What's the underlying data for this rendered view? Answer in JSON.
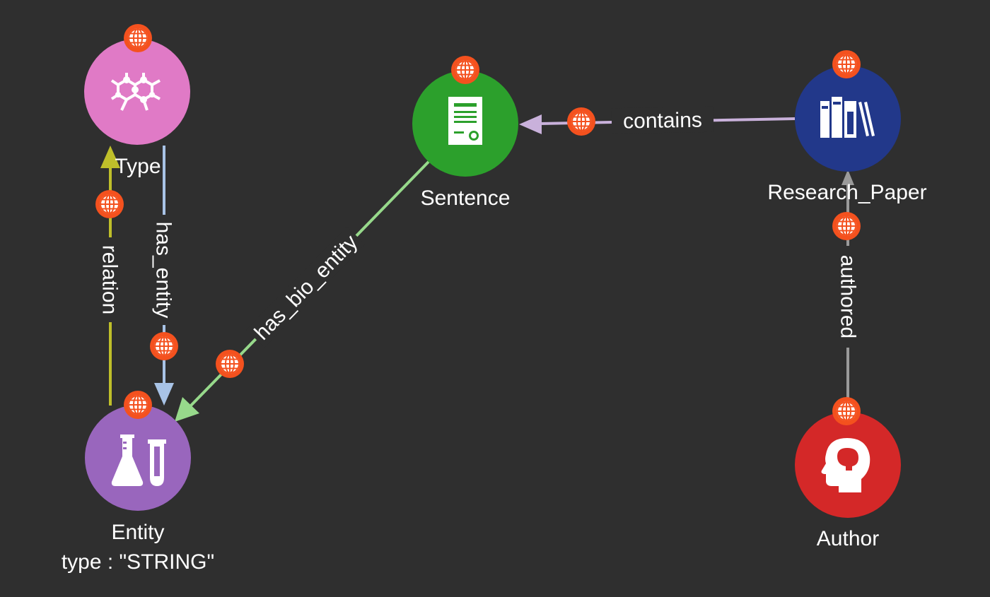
{
  "graph": {
    "background": "#2f2f2f",
    "nodes": [
      {
        "id": "type",
        "label": "Type",
        "color": "#e07ac6",
        "icon": "molecule-icon"
      },
      {
        "id": "entity",
        "label": "Entity",
        "property": "type : \"STRING\"",
        "color": "#9966bd",
        "icon": "lab-glassware-icon"
      },
      {
        "id": "sentence",
        "label": "Sentence",
        "color": "#2ca02c",
        "icon": "certificate-document-icon"
      },
      {
        "id": "paper",
        "label": "Research_Paper",
        "color": "#22388a",
        "icon": "books-icon"
      },
      {
        "id": "author",
        "label": "Author",
        "color": "#d42828",
        "icon": "head-brain-icon"
      }
    ],
    "edges": [
      {
        "id": "relation",
        "label": "relation",
        "from": "entity",
        "to": "type",
        "color": "#bfbf2a"
      },
      {
        "id": "has_entity",
        "label": "has_entity",
        "from": "type",
        "to": "entity",
        "color": "#a8c3e6"
      },
      {
        "id": "has_bio_entity",
        "label": "has_bio_entity",
        "from": "sentence",
        "to": "entity",
        "color": "#97d98b"
      },
      {
        "id": "contains",
        "label": "contains",
        "from": "paper",
        "to": "sentence",
        "color": "#c9b1db"
      },
      {
        "id": "authored",
        "label": "authored",
        "from": "author",
        "to": "paper",
        "color": "#9a9a9a"
      }
    ],
    "badge_icon": "globe-icon",
    "badge_color": "#f4511e"
  }
}
